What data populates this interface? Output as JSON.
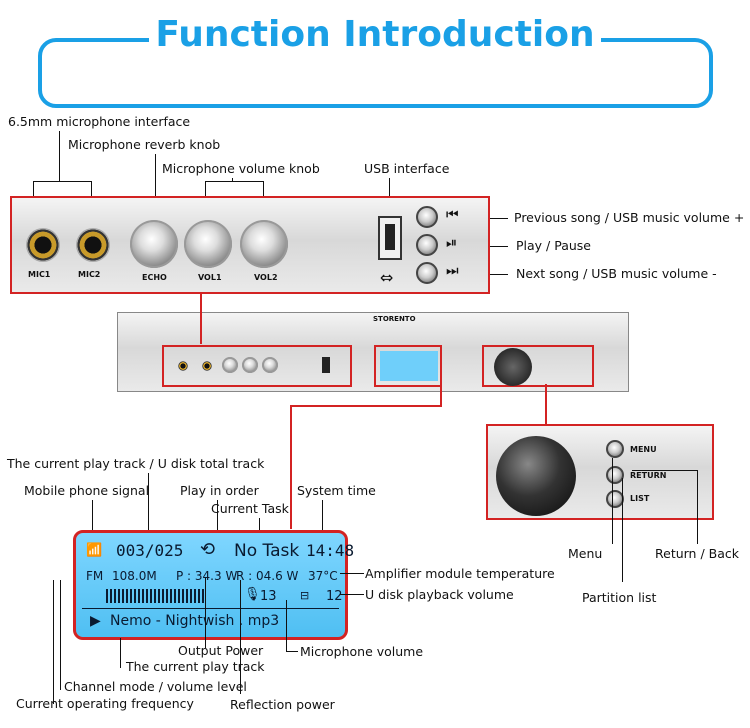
{
  "header": {
    "title": "Function Introduction"
  },
  "front_panel": {
    "labels": {
      "mic1": "MIC1",
      "mic2": "MIC2",
      "echo": "ECHO",
      "vol1": "VOL1",
      "vol2": "VOL2"
    },
    "callouts": {
      "mic_interface": "6.5mm microphone interface",
      "reverb_knob": "Microphone reverb knob",
      "volume_knob": "Microphone volume knob",
      "usb": "USB interface",
      "prev": "Previous song / USB music volume +",
      "play": "Play / Pause",
      "next": "Next song / USB music volume -"
    },
    "icons": {
      "prev": "⏮",
      "play": "⏯",
      "next": "⏭"
    }
  },
  "device": {
    "brand": "STORENTO"
  },
  "menu_panel": {
    "buttons": {
      "menu": "MENU",
      "return": "RETURN",
      "list": "LIST"
    },
    "callouts": {
      "menu": "Menu",
      "return": "Return / Back",
      "list": "Partition list"
    }
  },
  "lcd": {
    "track": "003/025",
    "task": "No Task",
    "time": "14:48",
    "mode": "FM",
    "freq": "108.0M",
    "power": "P : 34.3 W",
    "reflect": "R : 04.6 W",
    "temp": "37°C",
    "mic_vol": "13",
    "usb_vol": "12",
    "song": "Nemo - Nightwish . mp3",
    "callouts": {
      "track_total": "The current play track / U disk total track",
      "signal": "Mobile phone signal",
      "play_order": "Play in order",
      "current_task": "Current Task",
      "system_time": "System time",
      "amp_temp": "Amplifier module temperature",
      "usb_volume": "U disk playback volume",
      "mic_volume": "Microphone volume",
      "output_power": "Output Power",
      "current_track": "The current play track",
      "channel_mode": "Channel mode / volume level",
      "frequency": "Current operating frequency",
      "reflection": "Reflection power"
    }
  },
  "colors": {
    "accent": "#1aa0e6",
    "callout": "#d32323",
    "lcd": "#6fcffa"
  }
}
